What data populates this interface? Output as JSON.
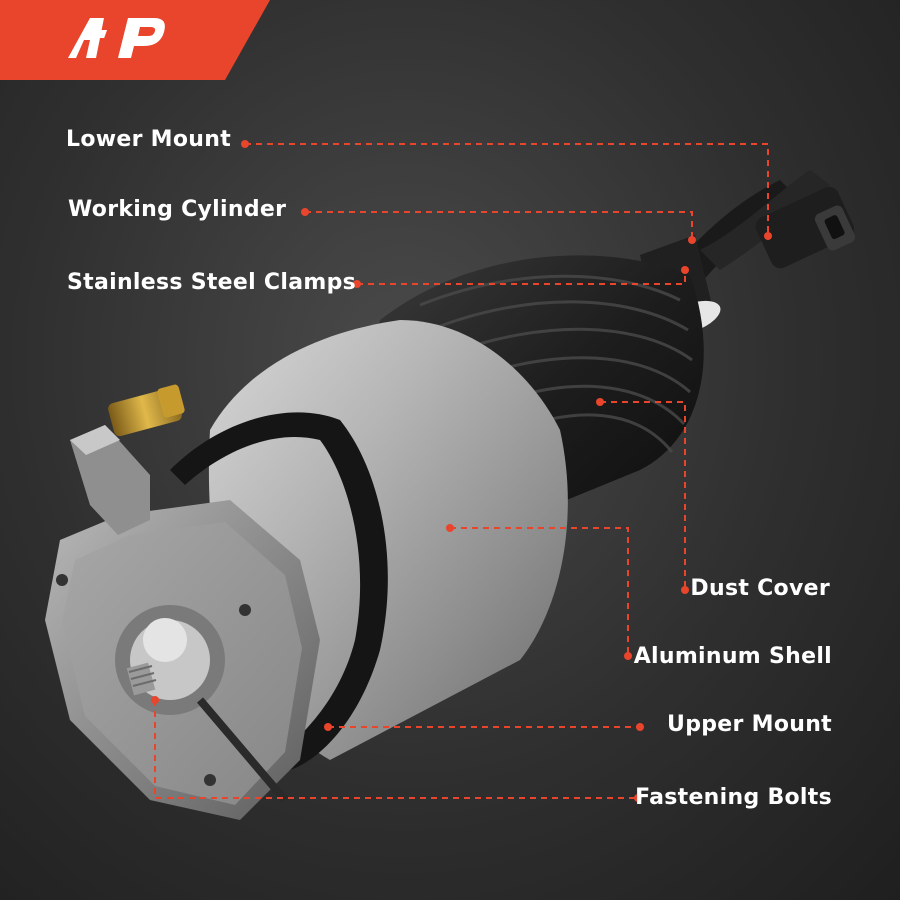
{
  "brand": {
    "logo_text": "A-P",
    "accent_color": "#e8452c"
  },
  "callouts": {
    "lower_mount": "Lower Mount",
    "working_cylinder": "Working Cylinder",
    "stainless_steel_clamps": "Stainless Steel Clamps",
    "dust_cover": "Dust Cover",
    "aluminum_shell": "Aluminum Shell",
    "upper_mount": "Upper Mount",
    "fastening_bolts": "Fastening Bolts"
  },
  "colors": {
    "leader_line": "#e8452c",
    "label_text": "#ffffff",
    "background": "#333333"
  }
}
